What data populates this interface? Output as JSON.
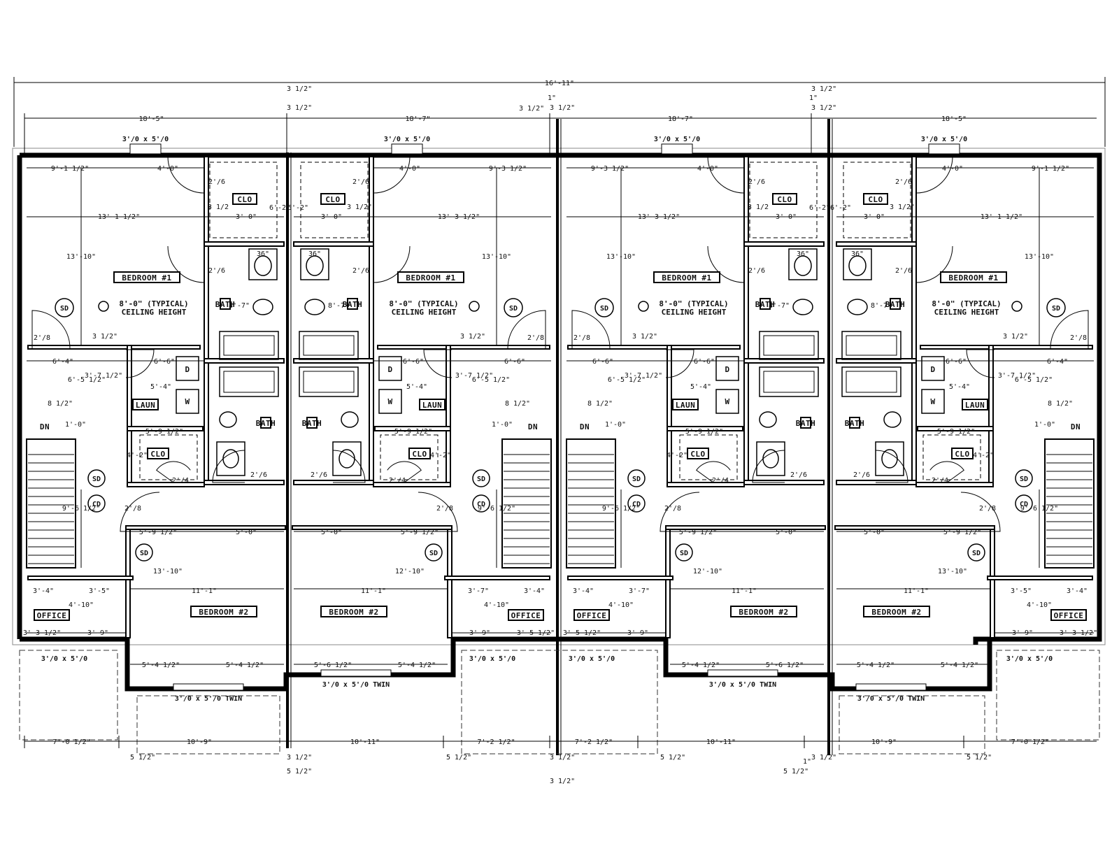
{
  "drawing": {
    "overall_width": "16'-11\"",
    "thin_dims": [
      "3 1/2\"",
      "1\""
    ],
    "top_unit_widths": [
      "18'-5\"",
      "18'-7\"",
      "18'-7\"",
      "18'-5\""
    ],
    "bottom_dims": [
      "7'-0 1/2\"",
      "10'-9\"",
      "10'-11\"",
      "7'-2 1/2\"",
      "7'-2 1/2\"",
      "10'-11\"",
      "10'-9\"",
      "7'-0 1/2\""
    ],
    "bottom_small": [
      "5 1/2\"",
      "3 1/2\"",
      "1\""
    ],
    "window_top": "3'/0 x 5'/0",
    "window_back": "3'/0 x 5'/0",
    "window_twin": "3'/0 x 5'/0 TWIN",
    "units": [
      {
        "mirror": false,
        "labels": {
          "bedroom1": "BEDROOM #1",
          "bedroom2": "BEDROOM #2",
          "clo": "CLO",
          "bath": "BATH",
          "laun": "LAUN",
          "office": "OFFICE",
          "dn": "DN",
          "d": "D",
          "w": "W",
          "sd": "SD",
          "cd": "CD",
          "ceiling1": "8'-0\" (TYPICAL)",
          "ceiling2": "CEILING HEIGHT",
          "sink": "36\""
        },
        "dims": {
          "top_left": "9'-1 1/2\"",
          "top_mid": "4'-0\"",
          "door_a": "2'/6",
          "clo_w": "3'-0\"",
          "clo_d": "3 1/2",
          "bed_w": "13'-1 1/2\"",
          "bed_h": "13'-10\"",
          "clo_h": "6'-2\"",
          "door_b": "2'/6",
          "door_c": "2'/8",
          "wall": "3 1/2\"",
          "hall_w": "6'-4\"",
          "hall_w2": "6'-6\"",
          "stair": "6'-5 1/2\"",
          "d1": "3'-7 1/2\"",
          "d2": "5'-4\"",
          "laun_d": "8 1/2\"",
          "laun_w": "1'-0\"",
          "clo2_w": "5'-9 1/2\"",
          "clo2_h": "4'-2\"",
          "door_d": "2'/4",
          "bath2_h": "8'-7\"",
          "door_e": "2'/6",
          "door_f": "2'/8",
          "hall_h": "9'-6 1/2\"",
          "bed2_w1": "5'-9 1/2\"",
          "bed2_w2": "5'-0\"",
          "bed2_h": "13'-10\"",
          "off_w1": "3'-4\"",
          "off_w2": "3'-5\"",
          "off_h": "4'-10\"",
          "bed2_w": "11'-1\"",
          "off_b1": "3'-3 1/2\"",
          "off_b2": "3'-9\"",
          "bed2_b1": "5'-4 1/2\"",
          "bed2_b2": "5'-4 1/2\""
        }
      },
      {
        "mirror": true,
        "labels": {
          "bedroom1": "BEDROOM #1",
          "bedroom2": "BEDROOM #2",
          "clo": "CLO",
          "bath": "BATH",
          "laun": "LAUN",
          "office": "OFFICE",
          "dn": "DN",
          "d": "D",
          "w": "W",
          "sd": "SD",
          "cd": "CD",
          "ceiling1": "8'-0\" (TYPICAL)",
          "ceiling2": "CEILING HEIGHT",
          "sink": "36\""
        },
        "dims": {
          "top_left": "9'-3 1/2\"",
          "top_mid": "4'-0\"",
          "door_a": "2'/6",
          "clo_w": "3'-0\"",
          "clo_d": "3 1/2\"",
          "bed_w": "13'-3 1/2\"",
          "bed_h": "13'-10\"",
          "clo_h": "6'-2\"",
          "door_b": "2'/6",
          "door_c": "2'/8",
          "wall": "3 1/2\"",
          "hall_w": "6'-6\"",
          "hall_w2": "6'-6\"",
          "stair": "6'-5 1/2\"",
          "d1": "3'-7 1/2\"",
          "d2": "5'-4\"",
          "laun_d": "8 1/2\"",
          "laun_w": "1'-0\"",
          "clo2_w": "5'-9 1/2\"",
          "clo2_h": "4'-2\"",
          "door_d": "2'/4",
          "bath2_h": "8'-7\"",
          "door_e": "2'/6",
          "door_f": "2'/8",
          "hall_h": "9'-6 1/2\"",
          "bed2_w1": "5'-9 1/2\"",
          "bed2_w2": "5'-0\"",
          "bed2_h": "12'-10\"",
          "off_w1": "3'-4\"",
          "off_w2": "3'-7\"",
          "off_h": "4'-10\"",
          "bed2_w": "11'-1\"",
          "off_b1": "3'-5 1/2\"",
          "off_b2": "3'-9\"",
          "bed2_b1": "5'-4 1/2\"",
          "bed2_b2": "5'-6 1/2\""
        }
      },
      {
        "mirror": false,
        "labels": {
          "bedroom1": "BEDROOM #1",
          "bedroom2": "BEDROOM #2",
          "clo": "CLO",
          "bath": "BATH",
          "laun": "LAUN",
          "office": "OFFICE",
          "dn": "DN",
          "d": "D",
          "w": "W",
          "sd": "SD",
          "cd": "CD",
          "ceiling1": "8'-0\" (TYPICAL)",
          "ceiling2": "CEILING HEIGHT",
          "sink": "36\""
        },
        "dims": {
          "top_left": "9'-3 1/2\"",
          "top_mid": "4'-0\"",
          "door_a": "2'/6",
          "clo_w": "3'-0\"",
          "clo_d": "3 1/2",
          "bed_w": "13'-3 1/2\"",
          "bed_h": "13'-10\"",
          "clo_h": "6'-2\"",
          "door_b": "2'/6",
          "door_c": "2'/8",
          "wall": "3 1/2\"",
          "hall_w": "6'-6\"",
          "hall_w2": "6'-6\"",
          "stair": "6'-5 1/2\"",
          "d1": "3'-7 1/2\"",
          "d2": "5'-4\"",
          "laun_d": "8 1/2\"",
          "laun_w": "1'-0\"",
          "clo2_w": "5'-9 1/2\"",
          "clo2_h": "4'-2\"",
          "door_d": "2'/4",
          "bath2_h": "8'-7\"",
          "door_e": "2'/6",
          "door_f": "2'/8",
          "hall_h": "9'-6 1/2\"",
          "bed2_w1": "5'-9 1/2\"",
          "bed2_w2": "5'-0\"",
          "bed2_h": "12'-10\"",
          "off_w1": "3'-4\"",
          "off_w2": "3'-7\"",
          "off_h": "4'-10\"",
          "bed2_w": "11'-1\"",
          "off_b1": "3'-5 1/2\"",
          "off_b2": "3'-9\"",
          "bed2_b1": "5'-4 1/2\"",
          "bed2_b2": "5'-6 1/2\""
        }
      },
      {
        "mirror": true,
        "labels": {
          "bedroom1": "BEDROOM #1",
          "bedroom2": "BEDROOM #2",
          "clo": "CLO",
          "bath": "BATH",
          "laun": "LAUN",
          "office": "OFFICE",
          "dn": "DN",
          "d": "D",
          "w": "W",
          "sd": "SD",
          "cd": "CD",
          "ceiling1": "8'-0\" (TYPICAL)",
          "ceiling2": "CEILING HEIGHT",
          "sink": "36\""
        },
        "dims": {
          "top_left": "9'-1 1/2\"",
          "top_mid": "4'-0\"",
          "door_a": "2'/6",
          "clo_w": "3'-0\"",
          "clo_d": "3 1/2\"",
          "bed_w": "13'-1 1/2\"",
          "bed_h": "13'-10\"",
          "clo_h": "6'-2\"",
          "door_b": "2'/6",
          "door_c": "2'/8",
          "wall": "3 1/2\"",
          "hall_w": "6'-4\"",
          "hall_w2": "6'-6\"",
          "stair": "6'-5 1/2\"",
          "d1": "3'-7 1/2\"",
          "d2": "5'-4\"",
          "laun_d": "8 1/2\"",
          "laun_w": "1'-0\"",
          "clo2_w": "5'-9 1/2\"",
          "clo2_h": "4'-2\"",
          "door_d": "2'/4",
          "bath2_h": "8'-7\"",
          "door_e": "2'/6",
          "door_f": "2'/8",
          "hall_h": "9'-6 1/2\"",
          "bed2_w1": "5'-9 1/2\"",
          "bed2_w2": "5'-0\"",
          "bed2_h": "13'-10\"",
          "off_w1": "3'-4\"",
          "off_w2": "3'-5\"",
          "off_h": "4'-10\"",
          "bed2_w": "11'-1\"",
          "off_b1": "3'-3 1/2\"",
          "off_b2": "3'-9\"",
          "bed2_b1": "5'-4 1/2\"",
          "bed2_b2": "5'-4 1/2\""
        }
      }
    ]
  }
}
